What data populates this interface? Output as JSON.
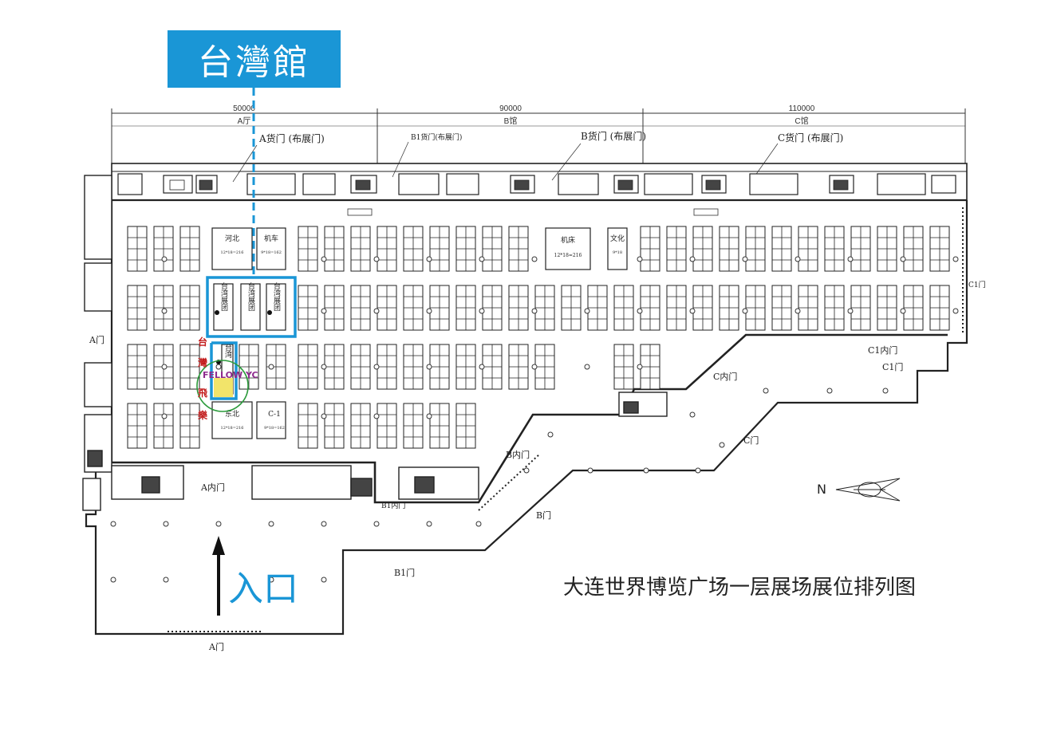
{
  "banner": {
    "label": "台灣館"
  },
  "entrance": {
    "label": "入口"
  },
  "caption": "大连世界博览广场一层展场展位排列图",
  "north": "N",
  "dimensions": [
    "50000",
    "90000",
    "110000"
  ],
  "halls": [
    "A厅",
    "B馆",
    "C馆"
  ],
  "gates_top": [
    "A货门 (布展门)",
    "B1货门(布展门)",
    "B货门 (布展门)",
    "C货门 (布展门)"
  ],
  "doors": {
    "a_side": "A门",
    "a_inner": "A内门",
    "a_bottom": "A门",
    "b_inner": "B内门",
    "b_inner_small": "B1内门",
    "b1": "B1门",
    "b": "B门",
    "c_inner": "C内门",
    "c1_inner": "C1内门",
    "c1": "C1门",
    "c": "C门",
    "c1_right": "C1门"
  },
  "booths": {
    "taiwan_1": "台湾展团",
    "taiwan_2": "台湾展团",
    "taiwan_3": "台湾展团",
    "taiwan_4": "台湾",
    "label_hebei": "河北",
    "label_hebei_size": "12*18=216",
    "label_car": "机车",
    "label_car_size": "9*18=162",
    "label_machine": "机床",
    "label_machine_size": "12*18=216",
    "label_culture": "文化",
    "label_culture_size": "9*18",
    "label_shandong": "东北",
    "label_shandong_size": "12*18=216",
    "label_c": "C-1",
    "label_c_size": "9*18=162"
  },
  "fellow": {
    "text": "FELLOW YC",
    "vertical": [
      "台",
      "灣",
      "飛",
      "樂"
    ]
  },
  "colors": {
    "accent": "#1a96d6",
    "line": "#222222",
    "red": "#c21a1a",
    "green": "#2a9a3a",
    "purple": "#8e2a8e"
  }
}
